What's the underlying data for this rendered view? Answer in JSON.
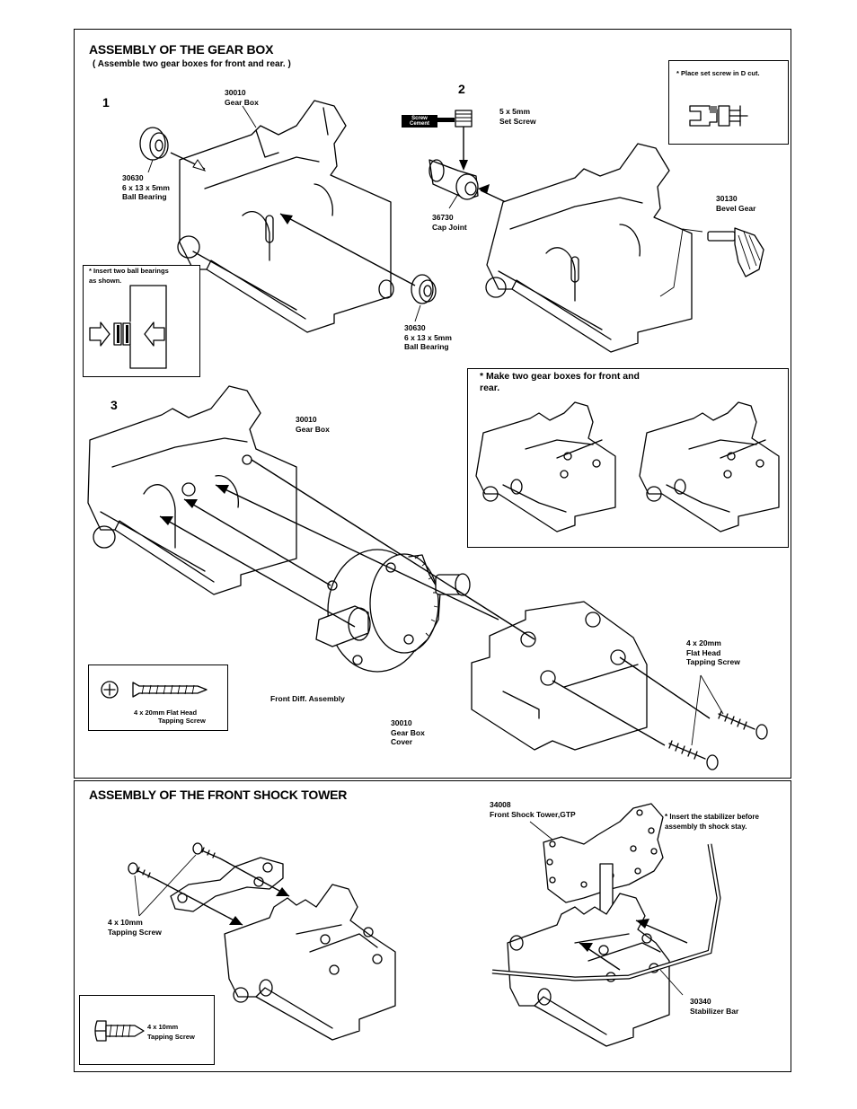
{
  "gearbox_section": {
    "title": "ASSEMBLY OF THE GEAR BOX",
    "subtitle": "( Assemble two gear boxes for front and rear. )",
    "steps": [
      "1",
      "2",
      "3"
    ],
    "labels": {
      "gearbox_1": "30010\nGear Box",
      "bearing_a": "30630\n6 x 13 x 5mm\nBall Bearing",
      "bearing_b": "30630\n6 x 13 x 5mm\nBall Bearing",
      "set_screw": "5 x 5mm\n Set Screw",
      "cement": "Screw\nCement",
      "cap_joint": "36730\nCap Joint",
      "bevel_gear": "30130\nBevel Gear",
      "gearbox_3": "30010\nGear Box",
      "front_diff": "Front Diff. Assembly",
      "gearbox_cover": "30010\nGear Box\n Cover",
      "tapping_screw_20": "4 x 20mm\nFlat Head\nTapping Screw"
    },
    "notes": {
      "insert_bearings": "* Insert two ball bearings\n   as shown.",
      "set_screw_dcut": "* Place set screw in  D cut.",
      "make_two": "* Make two gear boxes for front and\n   rear."
    },
    "legend_screw": {
      "label_line1": "4  x 20mm  Flat Head",
      "label_line2": "Tapping Screw"
    }
  },
  "shock_tower_section": {
    "title": "ASSEMBLY OF THE FRONT SHOCK TOWER",
    "labels": {
      "tapping_screw_10": "4 x 10mm\nTapping Screw",
      "shock_tower": "34008\nFront Shock Tower,GTP",
      "stabilizer_bar": "30340\nStabilizer Bar"
    },
    "notes": {
      "insert_stabilizer": "* Insert the stabilizer before\n   assembly th shock stay."
    },
    "legend_screw": {
      "label": "4 x 10mm\nTapping Screw"
    }
  }
}
